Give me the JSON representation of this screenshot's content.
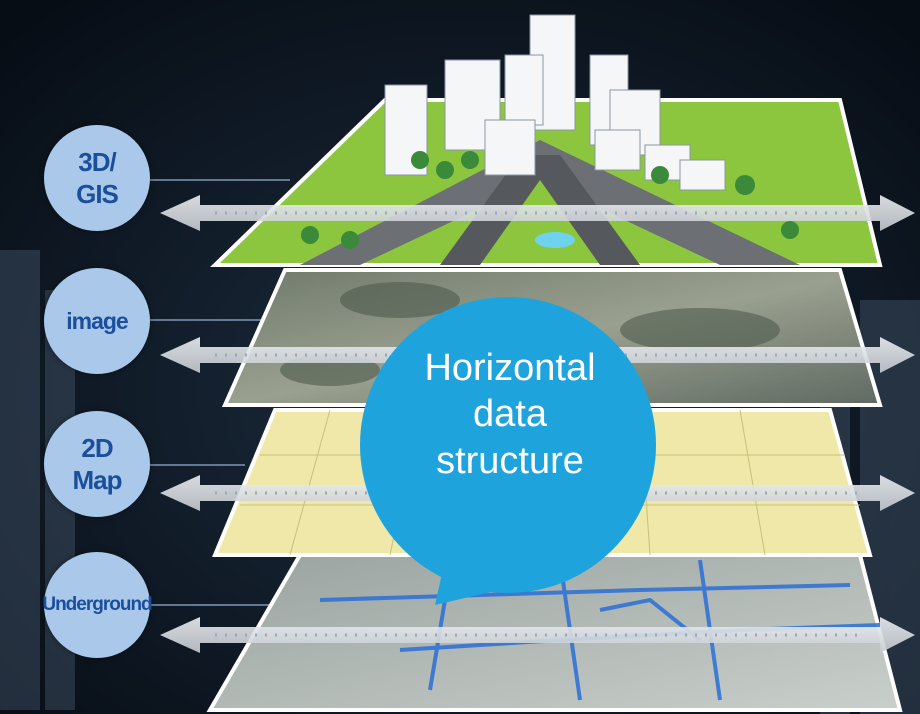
{
  "layers": [
    {
      "label_lines": [
        "3D/",
        "GIS"
      ],
      "kind": "3d-city"
    },
    {
      "label_lines": [
        "image"
      ],
      "kind": "aerial-image"
    },
    {
      "label_lines": [
        "2D",
        "Map"
      ],
      "kind": "cadastral-map"
    },
    {
      "label_lines": [
        "Underground"
      ],
      "kind": "underground-network"
    }
  ],
  "center_bubble": {
    "lines": [
      "Horizontal",
      "data",
      "structure"
    ]
  },
  "colors": {
    "background": "#0c1520",
    "label_circle": "#a9c8ea",
    "label_text": "#1b4f9c",
    "bubble": "#1fa3dd",
    "arrow": "#d9dde2",
    "grass": "#8cc63f",
    "map_yellow": "#efe8a8"
  }
}
